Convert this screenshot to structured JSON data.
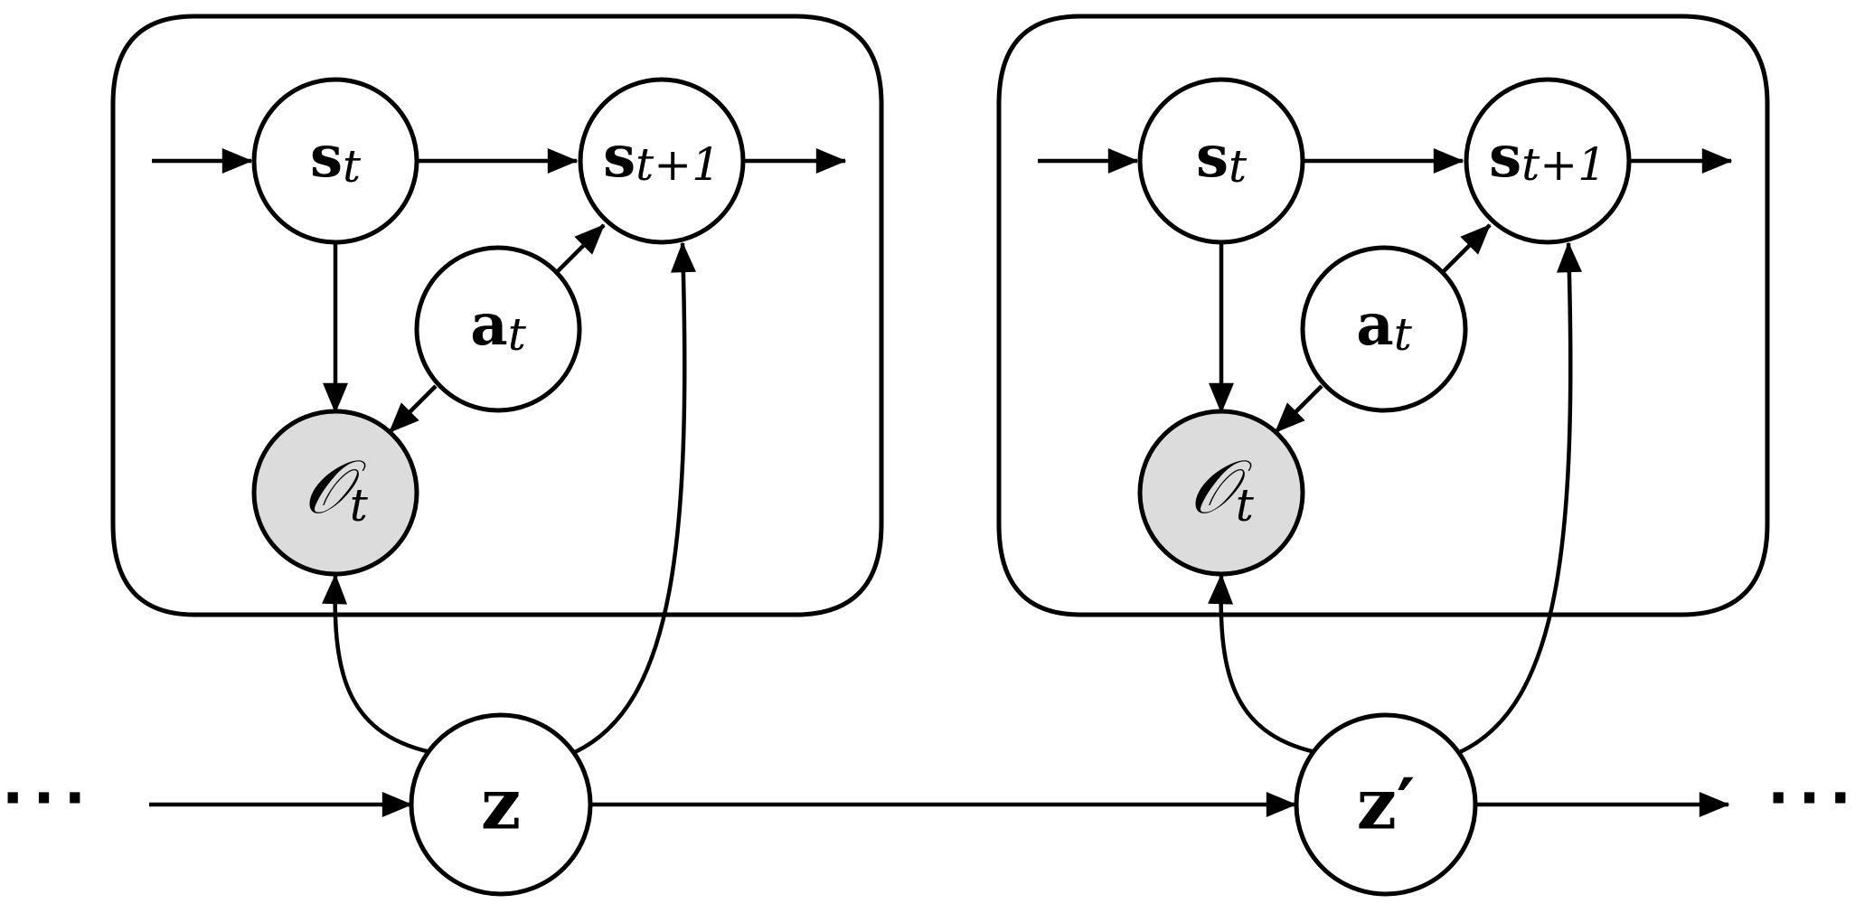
{
  "diagram": {
    "colors": {
      "stroke": "#000000",
      "node_fill": "#ffffff",
      "observed_fill": "#dcdcdc"
    },
    "ellipsis": "···",
    "latent": {
      "z_label": "z",
      "z_prime_label": "z′"
    },
    "plates": [
      {
        "state_t": {
          "base": "s",
          "sub": "t"
        },
        "state_next": {
          "base": "s",
          "sub": "t+1"
        },
        "action": {
          "base": "a",
          "sub": "t"
        },
        "observation": {
          "base": "𝒪",
          "sub": "t"
        }
      },
      {
        "state_t": {
          "base": "s",
          "sub": "t"
        },
        "state_next": {
          "base": "s",
          "sub": "t+1"
        },
        "action": {
          "base": "a",
          "sub": "t"
        },
        "observation": {
          "base": "𝒪",
          "sub": "t"
        }
      }
    ]
  }
}
